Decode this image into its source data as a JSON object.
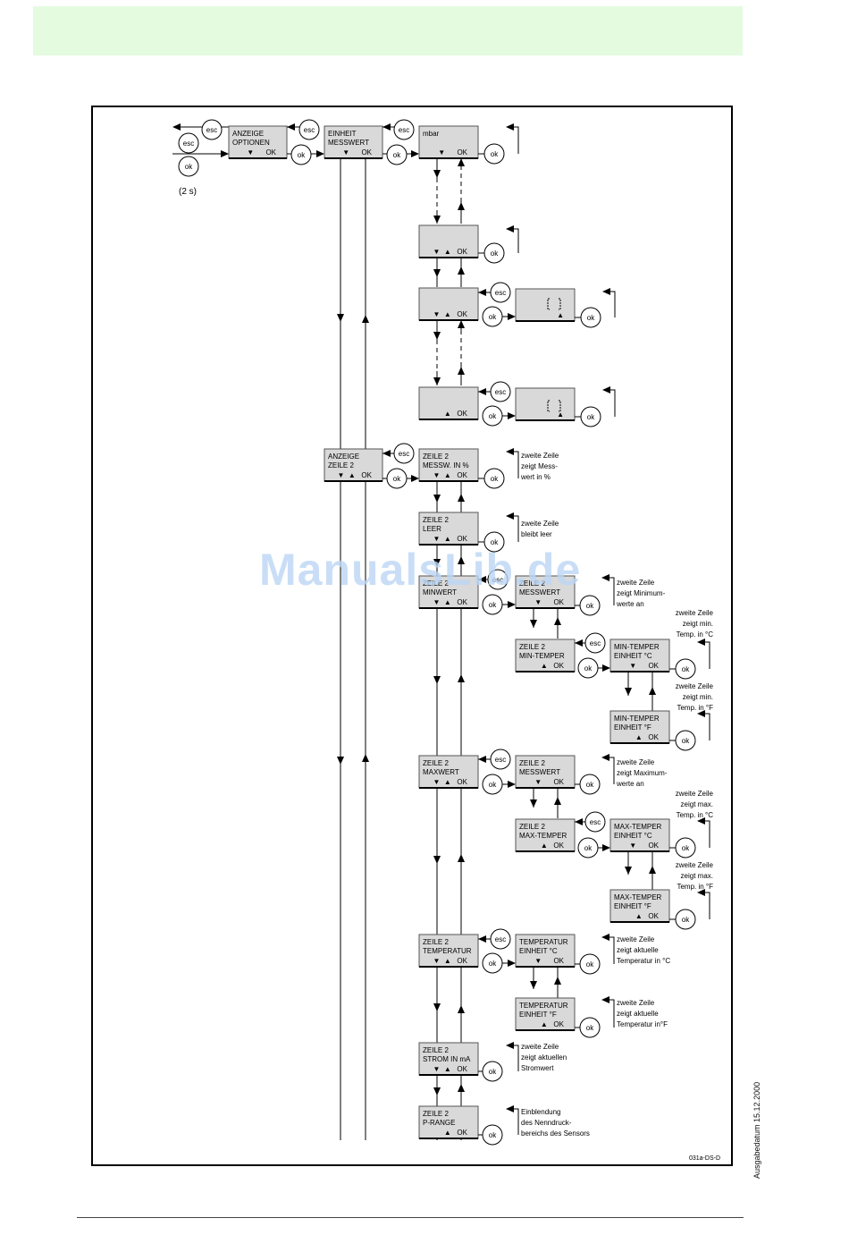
{
  "colors": {
    "screen_fill": "#d9d9d9",
    "header_band": "#e4fbe0",
    "watermark": "#bcd6f5"
  },
  "watermark": "ManualsLib.de",
  "side_date": "Ausgabedatum 15.12.2000",
  "figure_id": "031a-DS-D",
  "hold_time": "(2 s)",
  "buttons": {
    "esc": "esc",
    "ok": "ok"
  },
  "screens": {
    "anzeige_optionen": {
      "l1": "ANZEIGE",
      "l2": "OPTIONEN",
      "l3": "▼      OK"
    },
    "einheit_messwert": {
      "l1": "EINHEIT",
      "l2": "MESSWERT",
      "l3": "▼      OK"
    },
    "mbar": {
      "l1": "mbar",
      "l2": "",
      "l3": "▼      OK"
    },
    "unit_2": {
      "l1": "",
      "l2": "",
      "l3": "▼  ▲   OK"
    },
    "unit_3": {
      "l1": "",
      "l2": "",
      "l3": "▼  ▲   OK"
    },
    "unit_3_sub": {
      "l1": "",
      "l2": "",
      "l3": "▲"
    },
    "unit_4": {
      "l1": "",
      "l2": "",
      "l3": "▲   OK"
    },
    "unit_4_sub": {
      "l1": "",
      "l2": "",
      "l3": "▲"
    },
    "anzeige_zeile2": {
      "l1": "ANZEIGE",
      "l2": "ZEILE 2",
      "l3": "▼  ▲   OK"
    },
    "z2_messw": {
      "l1": "ZEILE 2",
      "l2": "MESSW. IN %",
      "l3": "▼  ▲   OK"
    },
    "z2_leer": {
      "l1": "ZEILE 2",
      "l2": "LEER",
      "l3": "▼  ▲   OK"
    },
    "z2_minwert": {
      "l1": "ZEILE 2",
      "l2": "MINWERT",
      "l3": "▼  ▲   OK"
    },
    "z2_min_messwert": {
      "l1": "ZEILE 2",
      "l2": "MESSWERT",
      "l3": "▼      OK"
    },
    "z2_min_temper": {
      "l1": "ZEILE 2",
      "l2": "MIN-TEMPER",
      "l3": "▲   OK"
    },
    "min_temper_c": {
      "l1": "MIN-TEMPER",
      "l2": "EINHEIT °C",
      "l3": "▼      OK"
    },
    "min_temper_f": {
      "l1": "MIN-TEMPER",
      "l2": "EINHEIT °F",
      "l3": "▲   OK"
    },
    "z2_maxwert": {
      "l1": "ZEILE 2",
      "l2": "MAXWERT",
      "l3": "▼  ▲   OK"
    },
    "z2_max_messwert": {
      "l1": "ZEILE 2",
      "l2": "MESSWERT",
      "l3": "▼      OK"
    },
    "z2_max_temper": {
      "l1": "ZEILE 2",
      "l2": "MAX-TEMPER",
      "l3": "▲   OK"
    },
    "max_temper_c": {
      "l1": "MAX-TEMPER",
      "l2": "EINHEIT °C",
      "l3": "▼      OK"
    },
    "max_temper_f": {
      "l1": "MAX-TEMPER",
      "l2": "EINHEIT °F",
      "l3": "▲   OK"
    },
    "z2_temperatur": {
      "l1": "ZEILE 2",
      "l2": "TEMPERATUR",
      "l3": "▼  ▲   OK"
    },
    "temperatur_c": {
      "l1": "TEMPERATUR",
      "l2": "EINHEIT °C",
      "l3": "▼      OK"
    },
    "temperatur_f": {
      "l1": "TEMPERATUR",
      "l2": "EINHEIT °F",
      "l3": "▲   OK"
    },
    "z2_strom": {
      "l1": "ZEILE 2",
      "l2": "STROM IN mA",
      "l3": "▼  ▲   OK"
    },
    "z2_prange": {
      "l1": "ZEILE 2",
      "l2": "P-RANGE",
      "l3": "▲   OK"
    }
  },
  "notes": {
    "messw": [
      "zweite Zeile",
      "zeigt Mess-",
      "wert in %"
    ],
    "leer": [
      "zweite Zeile",
      "bleibt leer"
    ],
    "min": [
      "zweite Zeile",
      "zeigt Minimum-",
      "werte an"
    ],
    "min_c": [
      "zweite Zeile",
      "zeigt min.",
      "Temp. in °C"
    ],
    "min_f": [
      "zweite Zeile",
      "zeigt min.",
      "Temp. in °F"
    ],
    "max": [
      "zweite Zeile",
      "zeigt Maximum-",
      "werte an"
    ],
    "max_c": [
      "zweite Zeile",
      "zeigt max.",
      "Temp. in °C"
    ],
    "max_f": [
      "zweite Zeile",
      "zeigt max.",
      "Temp. in °F"
    ],
    "temp_c": [
      "zweite Zeile",
      "zeigt aktuelle",
      "Temperatur in °C"
    ],
    "temp_f": [
      "zweite Zeile",
      "zeigt aktuelle",
      "Temperatur in°F"
    ],
    "strom": [
      "zweite Zeile",
      "zeigt aktuellen",
      "Stromwert"
    ],
    "prange": [
      "Einblendung",
      "des Nenndruck-",
      "bereichs des Sensors"
    ]
  }
}
